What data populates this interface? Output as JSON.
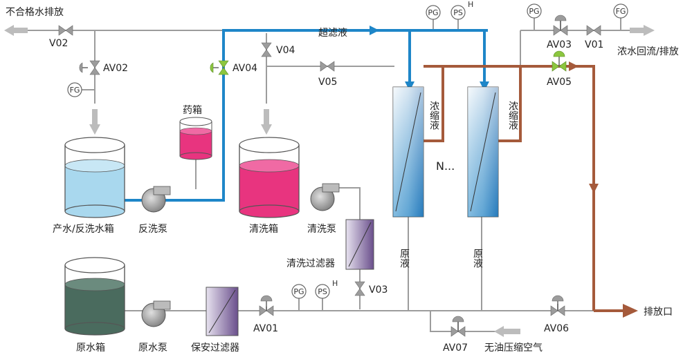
{
  "labels": {
    "reject_discharge": "不合格水排放",
    "permeate": "超滤液",
    "concentrate_return": "浓水回流/排放",
    "medicine_tank": "药箱",
    "product_tank": "产水/反洗水箱",
    "backwash_pump": "反洗泵",
    "clean_tank": "清洗箱",
    "clean_pump": "清洗泵",
    "clean_filter": "清洗过滤器",
    "raw_tank": "原水箱",
    "raw_pump": "原水泵",
    "safety_filter": "保安过滤器",
    "oil_free_air": "无油压缩空气",
    "drain": "排放口",
    "n_more": "N...",
    "conc_1": "浓缩液",
    "conc_2": "浓缩液",
    "feed_1": "原液",
    "feed_2": "原液"
  },
  "valves": {
    "v02": "V02",
    "av02": "AV02",
    "av04": "AV04",
    "v04": "V04",
    "v05": "V05",
    "av03": "AV03",
    "v01": "V01",
    "av05": "AV05",
    "av01": "AV01",
    "v03": "V03",
    "av06": "AV06",
    "av07": "AV07"
  },
  "instruments": {
    "fg": "FG",
    "pg": "PG",
    "ps": "PS",
    "h": "H"
  },
  "colors": {
    "pipe_gray": "#9c9c9c",
    "permeate_blue": "#1e86c8",
    "concentrate_brown": "#a55a3b",
    "product_water": "#a9d8ee",
    "clean_liquid": "#e8347f",
    "raw_water": "#4a6b5e",
    "valve_green": "#8cc63f"
  }
}
